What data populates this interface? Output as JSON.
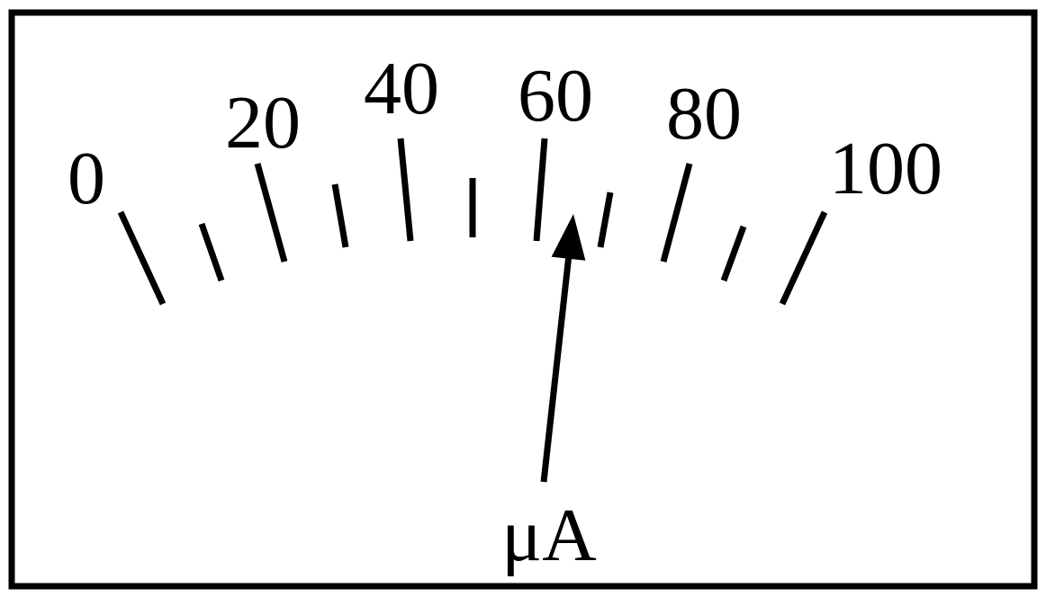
{
  "meter": {
    "scale": {
      "min": 0,
      "max": 100,
      "labels": [
        "0",
        "20",
        "40",
        "60",
        "80",
        "100"
      ],
      "minor_tick_step": 10
    },
    "unit": "μA",
    "reading": 63
  },
  "colors": {
    "ink": "#000000",
    "background": "#ffffff"
  }
}
